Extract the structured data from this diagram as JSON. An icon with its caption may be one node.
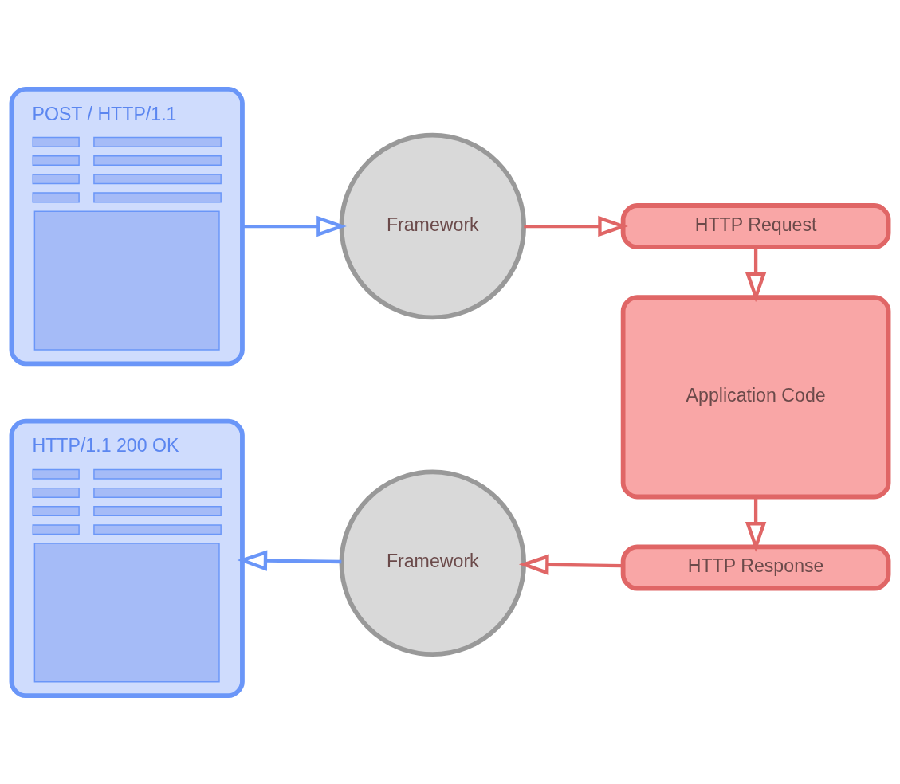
{
  "diagram": {
    "nodes": [
      {
        "text": [
          "POST / HTTP/1.1"
        ]
      },
      {
        "text": [
          "Framework"
        ]
      },
      {
        "text": [
          "HTTP Request"
        ]
      },
      {
        "text": [
          "Application Code"
        ]
      },
      {
        "text": [
          "HTTP Response"
        ]
      },
      {
        "text": [
          "Framework"
        ]
      },
      {
        "text": [
          "HTTP/1.1 200 OK"
        ]
      }
    ],
    "edges": [
      {
        "from": 0,
        "to": 1,
        "arrow": "to",
        "color": "#6a96f8"
      },
      {
        "from": 1,
        "to": 2,
        "arrow": "to"
      },
      {
        "from": 2,
        "to": 3,
        "arrow": "to"
      },
      {
        "from": 3,
        "to": 4,
        "arrow": "to"
      },
      {
        "from": 4,
        "to": 5,
        "arrow": "to"
      },
      {
        "from": 5,
        "to": 6,
        "arrow": "to",
        "color": "#6a96f8"
      }
    ]
  }
}
